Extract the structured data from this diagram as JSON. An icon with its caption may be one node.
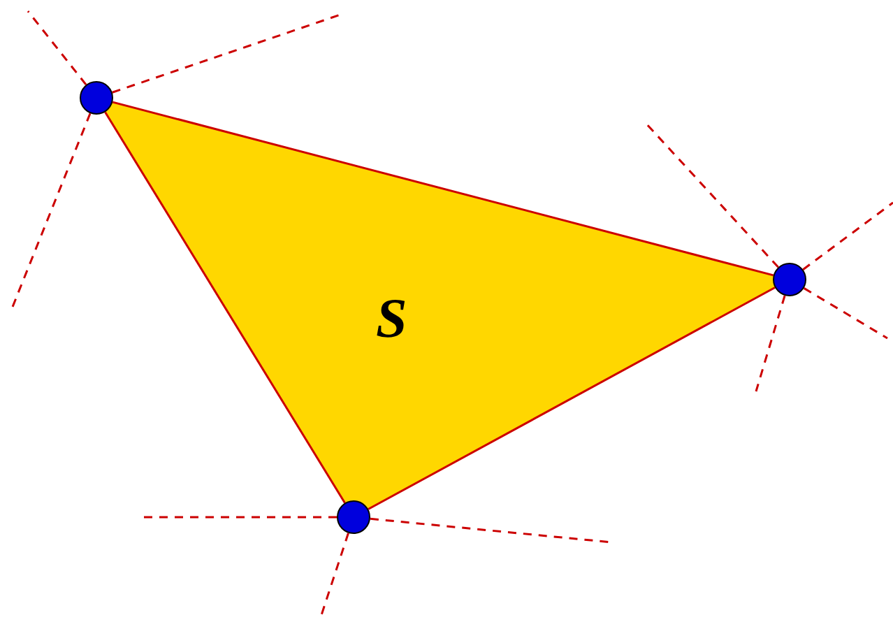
{
  "diagram": {
    "nodes": [
      {
        "text": [
          "S"
        ]
      },
      {
        "text": [],
        "shape": "circle"
      },
      {
        "text": [],
        "shape": "circle"
      },
      {
        "text": [],
        "shape": "circle"
      }
    ],
    "edges": [
      {
        "from": 1,
        "to": 2,
        "arrow": "none"
      },
      {
        "from": 2,
        "to": 3,
        "arrow": "none"
      },
      {
        "from": 3,
        "to": 1,
        "arrow": "none"
      },
      {
        "from": 1,
        "to": null,
        "arrow": "none",
        "style": "dashed"
      },
      {
        "from": 1,
        "to": null,
        "arrow": "none",
        "style": "dashed"
      },
      {
        "from": 1,
        "to": null,
        "arrow": "none",
        "style": "dashed"
      },
      {
        "from": 2,
        "to": null,
        "arrow": "none",
        "style": "dashed"
      },
      {
        "from": 2,
        "to": null,
        "arrow": "none",
        "style": "dashed"
      },
      {
        "from": 2,
        "to": null,
        "arrow": "none",
        "style": "dashed"
      },
      {
        "from": 2,
        "to": null,
        "arrow": "none",
        "style": "dashed"
      },
      {
        "from": 3,
        "to": null,
        "arrow": "none",
        "style": "dashed"
      },
      {
        "from": 3,
        "to": null,
        "arrow": "none",
        "style": "dashed"
      },
      {
        "from": 3,
        "to": null,
        "arrow": "none",
        "style": "dashed"
      }
    ]
  }
}
